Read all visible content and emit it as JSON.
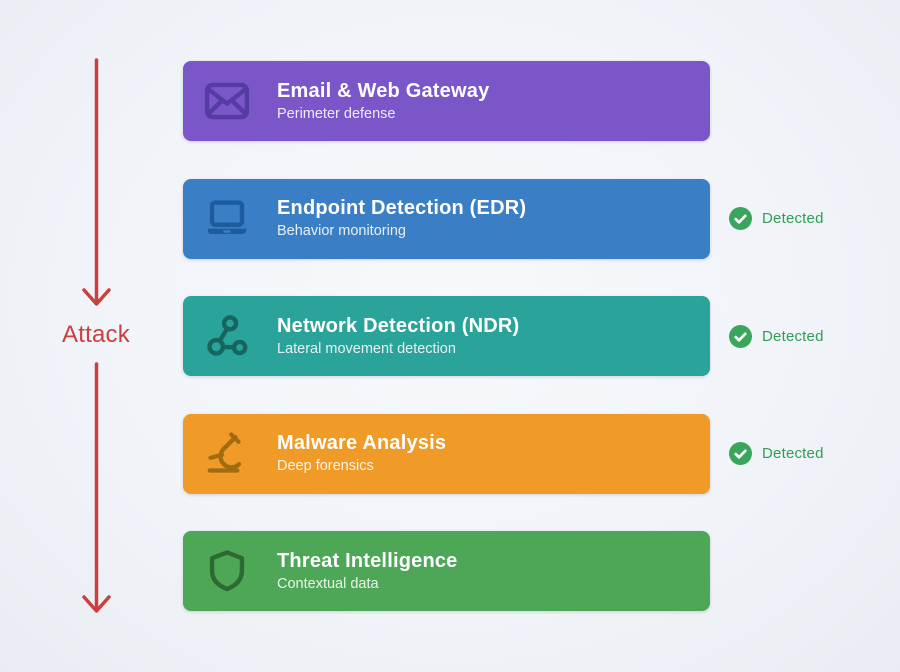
{
  "attack": {
    "label": "Attack",
    "color": "#c9403e"
  },
  "detected_badge": {
    "label": "Detected",
    "circle_color": "#3aa55c",
    "check_color": "#ffffff",
    "text_color": "#2f9e55"
  },
  "layers": [
    {
      "title": "Email & Web Gateway",
      "subtitle": "Perimeter defense",
      "color": "#7a56c9",
      "icon": "envelope-icon",
      "icon_color": "#553ba2",
      "detected": false
    },
    {
      "title": "Endpoint Detection (EDR)",
      "subtitle": "Behavior monitoring",
      "color": "#3a7fc6",
      "icon": "laptop-icon",
      "icon_color": "#1c5c9e",
      "detected": true
    },
    {
      "title": "Network Detection (NDR)",
      "subtitle": "Lateral movement detection",
      "color": "#2aa39a",
      "icon": "network-nodes-icon",
      "icon_color": "#14665f",
      "detected": true
    },
    {
      "title": "Malware Analysis",
      "subtitle": "Deep forensics",
      "color": "#f09a27",
      "icon": "microscope-icon",
      "icon_color": "#a16b10",
      "detected": true
    },
    {
      "title": "Threat Intelligence",
      "subtitle": "Contextual data",
      "color": "#4ea757",
      "icon": "shield-icon",
      "icon_color": "#2b6b33",
      "detected": false
    }
  ]
}
